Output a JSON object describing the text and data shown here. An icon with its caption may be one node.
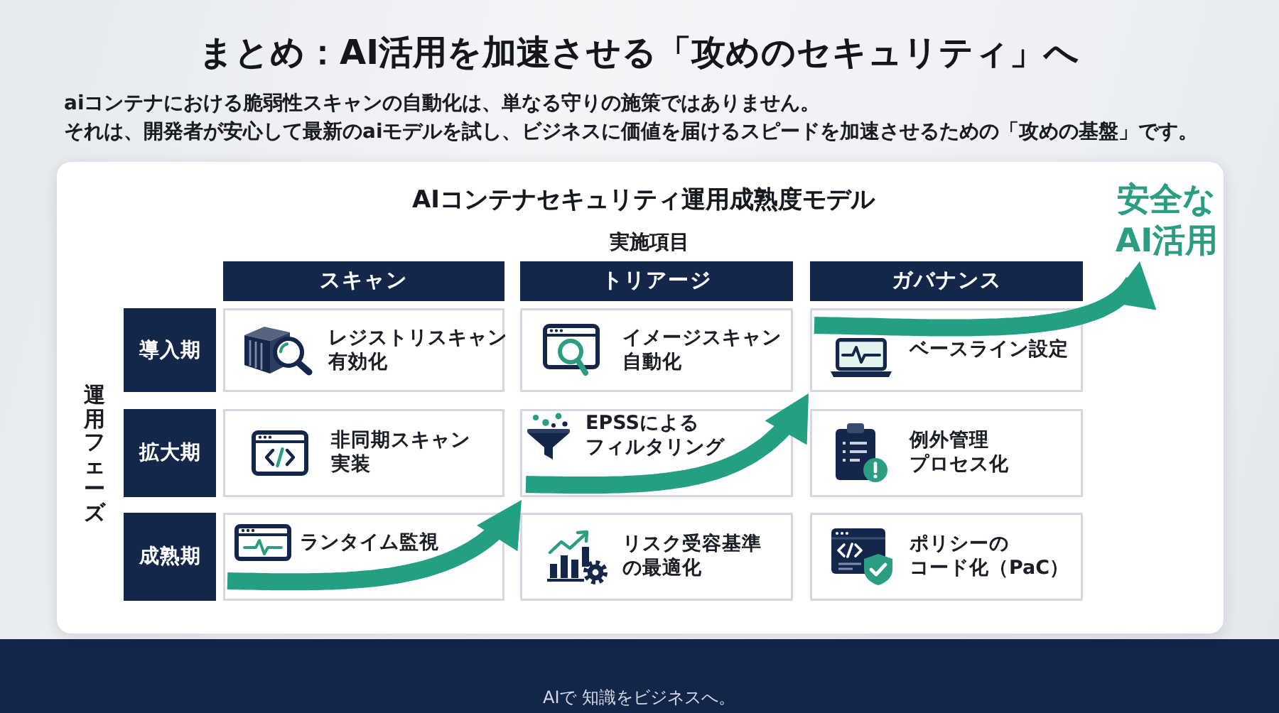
{
  "diagram": {
    "title": "まとめ：AI活用を加速させる「攻めのセキュリティ」へ",
    "nodes": [
      {
        "text": [
          "AIコンテナセキュリティ運用成熟度モデル"
        ]
      },
      {
        "text": [
          "安全なAI活用"
        ],
        "in": 0
      },
      {
        "text": [
          "スキャン"
        ],
        "in": 0
      },
      {
        "text": [
          "トリアージ"
        ],
        "in": 0
      },
      {
        "text": [
          "ガバナンス"
        ],
        "in": 0
      },
      {
        "text": [
          "導入期"
        ],
        "in": 0
      },
      {
        "text": [
          "レジストリスキャン有効化"
        ],
        "in": 0
      },
      {
        "text": [
          "イメージスキャン自動化"
        ],
        "in": 0
      },
      {
        "text": [
          "ベースライン設定"
        ],
        "in": 0
      },
      {
        "text": [
          "拡大期"
        ],
        "in": 0
      },
      {
        "text": [
          "非同期スキャン実装"
        ],
        "in": 0
      },
      {
        "text": [
          "EPSSによるフィルタリング"
        ],
        "in": 0
      },
      {
        "text": [
          "例外管理プロセス化"
        ],
        "in": 0
      },
      {
        "text": [
          "成熟期"
        ],
        "in": 0
      },
      {
        "text": [
          "ランタイム監視"
        ],
        "in": 0
      },
      {
        "text": [
          "リスク受容基準の最適化"
        ],
        "in": 0
      },
      {
        "text": [
          "ポリシーのコード化（PaC）"
        ],
        "in": 0
      }
    ],
    "edges": [
      {
        "from": 14,
        "to": 11,
        "arrow": "to"
      },
      {
        "from": 11,
        "to": 8,
        "arrow": "to"
      },
      {
        "from": 8,
        "to": 1,
        "arrow": "to"
      }
    ],
    "labels": [
      "aiコンテナにおける脆弱性スキャンの自動化は、単なる守りの施策ではありません。",
      "それは、開発者が安心して最新のaiモデルを試し、ビジネスに価値を届けるスピードを加速させるための「攻めの基盤」です。",
      "実施項目",
      "運用フェーズ",
      "AIで 知識をビジネスへ。"
    ]
  }
}
